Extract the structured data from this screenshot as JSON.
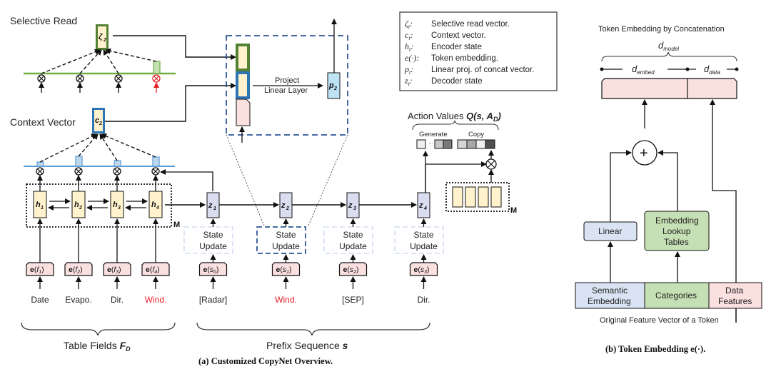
{
  "panel_a": {
    "caption": "(a) Customized CopyNet Overview.",
    "selective_read": {
      "title": "Selective Read",
      "vector_label": "ζ",
      "vector_sub": "2"
    },
    "context_vector": {
      "title": "Context Vector",
      "vector_label": "c",
      "vector_sub": "2"
    },
    "encoder_states": [
      {
        "label": "h",
        "sub": "1"
      },
      {
        "label": "h",
        "sub": "2"
      },
      {
        "label": "h",
        "sub": "3"
      },
      {
        "label": "h",
        "sub": "4"
      }
    ],
    "memory_label": "M",
    "field_embeddings": [
      {
        "text": "e(",
        "var": "f",
        "sub": "1",
        "close": ")"
      },
      {
        "text": "e(",
        "var": "f",
        "sub": "2",
        "close": ")"
      },
      {
        "text": "e(",
        "var": "f",
        "sub": "3",
        "close": ")"
      },
      {
        "text": "e(",
        "var": "f",
        "sub": "4",
        "close": ")"
      }
    ],
    "table_fields": [
      "Date",
      "Evapo.",
      "Dir.",
      "Wind."
    ],
    "table_fields_highlight_index": 3,
    "table_fields_label": "Table Fields ",
    "table_fields_symbol": "F",
    "table_fields_symbol_sub": "D",
    "decoder_states": [
      {
        "label": "z",
        "sub": "1"
      },
      {
        "label": "z",
        "sub": "2"
      },
      {
        "label": "z",
        "sub": "3"
      },
      {
        "label": "z",
        "sub": "4"
      }
    ],
    "state_update_line1": "State",
    "state_update_line2": "Update",
    "prefix_embeddings": [
      {
        "text": "e(",
        "var": "s",
        "sub": "0",
        "close": ")"
      },
      {
        "text": "e(",
        "var": "s",
        "sub": "1",
        "close": ")"
      },
      {
        "text": "e(",
        "var": "s",
        "sub": "2",
        "close": ")"
      },
      {
        "text": "e(",
        "var": "s",
        "sub": "3",
        "close": ")"
      }
    ],
    "prefix_tokens": [
      "[Radar]",
      "Wind.",
      "[SEP]",
      "Dir."
    ],
    "prefix_tokens_highlight_index": 1,
    "prefix_label": "Prefix Sequence ",
    "prefix_symbol": "s",
    "zoom_box": {
      "project_line1": "Project",
      "project_line2": "Linear Layer",
      "output_label": "p",
      "output_sub": "2"
    },
    "action_values": {
      "title": "Action Values ",
      "symbol": "Q(s, A",
      "symbol_sub": "D",
      "symbol_close": ")",
      "generate_label": "Generate",
      "copy_label": "Copy",
      "generate_cells": [
        "#f0f0f0",
        "#c8c8c8",
        "#7a7a7a"
      ],
      "copy_cells": [
        "#d4d4d4",
        "#a8a8a8",
        "#f0f0f0",
        "#505050"
      ],
      "memory_label": "M"
    },
    "legend": [
      {
        "symbol": "ζ",
        "sub": "t",
        "desc": "Selective read vector."
      },
      {
        "symbol": "c",
        "sub": "t",
        "desc": "Context vector."
      },
      {
        "symbol": "h",
        "sub": "t",
        "desc": "Encoder state"
      },
      {
        "symbol": "e(·)",
        "sub": "",
        "desc": "Token embedding."
      },
      {
        "symbol": "p",
        "sub": "t",
        "desc": "Linear proj. of concat vector."
      },
      {
        "symbol": "z",
        "sub": "t",
        "desc": "Decoder state"
      }
    ]
  },
  "panel_b": {
    "caption": "(b) Token Embedding e(·).",
    "title": "Token Embedding by Concatenation",
    "d_model": "d",
    "d_model_sub": "model",
    "d_embed": "d",
    "d_embed_sub": "embed",
    "d_data": "d",
    "d_data_sub": "data",
    "plus_symbol": "+",
    "linear_label": "Linear",
    "lookup_lines": [
      "Embedding",
      "Lookup",
      "Tables"
    ],
    "feature_segments": [
      {
        "lines": [
          "Semantic",
          "Embedding"
        ],
        "color": "#dae3f3"
      },
      {
        "lines": [
          "Categories"
        ],
        "color": "#c5e0b4"
      },
      {
        "lines": [
          "Data",
          "Features"
        ],
        "color": "#fbe0e0"
      }
    ],
    "feature_vector_label": "Original Feature Vector of a Token"
  },
  "colors": {
    "green_border": "#548235",
    "blue_border": "#2e75b6",
    "cream_fill": "#fff2cc",
    "pink_fill": "#fbe0e0",
    "decoder_fill": "#dadcf0",
    "proj_fill": "#bde3f5",
    "highlight_red": "#e8202a",
    "dashed_blue": "#2f5597",
    "light_dashed": "#c6d6ee"
  }
}
